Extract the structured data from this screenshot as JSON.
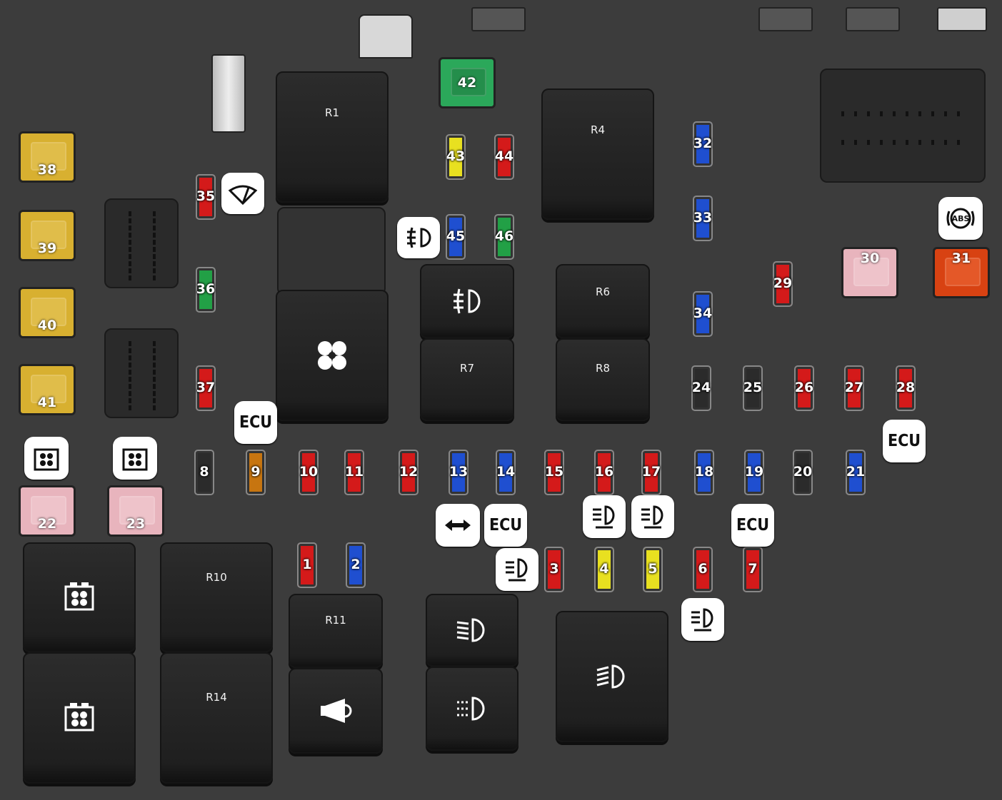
{
  "colors": {
    "red": "#d41a1a",
    "blue": "#1f4fd0",
    "green": "#22a046",
    "yellow": "#e8e020",
    "orange": "#c77510",
    "pink": "#e8b4bd",
    "amber": "#d8b030",
    "deeporange": "#d84212",
    "mint": "#2ba85a"
  },
  "relays": {
    "r1": "R1",
    "r4": "R4",
    "r6": "R6",
    "r7": "R7",
    "r8": "R8",
    "r10": "R10",
    "r11": "R11",
    "r14": "R14"
  },
  "fuses": {
    "f1": "1",
    "f2": "2",
    "f3": "3",
    "f4": "4",
    "f5": "5",
    "f6": "6",
    "f7": "7",
    "f8": "8",
    "f9": "9",
    "f10": "10",
    "f11": "11",
    "f12": "12",
    "f13": "13",
    "f14": "14",
    "f15": "15",
    "f16": "16",
    "f17": "17",
    "f18": "18",
    "f19": "19",
    "f20": "20",
    "f21": "21",
    "f22": "22",
    "f23": "23",
    "f24": "24",
    "f25": "25",
    "f26": "26",
    "f27": "27",
    "f28": "28",
    "f29": "29",
    "f30": "30",
    "f31": "31",
    "f32": "32",
    "f33": "33",
    "f34": "34",
    "f35": "35",
    "f36": "36",
    "f37": "37",
    "f38": "38",
    "f39": "39",
    "f40": "40",
    "f41": "41",
    "f42": "42",
    "f43": "43",
    "f44": "44",
    "f45": "45",
    "f46": "46"
  },
  "labels": {
    "ecu": "ECU",
    "abs": "ABS"
  },
  "icons": [
    "wiper-icon",
    "fog-light-icon",
    "fan-icon",
    "engine-fan-icon",
    "horn-icon",
    "low-beam-icon",
    "parking-light-icon",
    "headlight-icon",
    "headlight-leveling-icon",
    "turn-signal-icon",
    "abs-icon"
  ]
}
